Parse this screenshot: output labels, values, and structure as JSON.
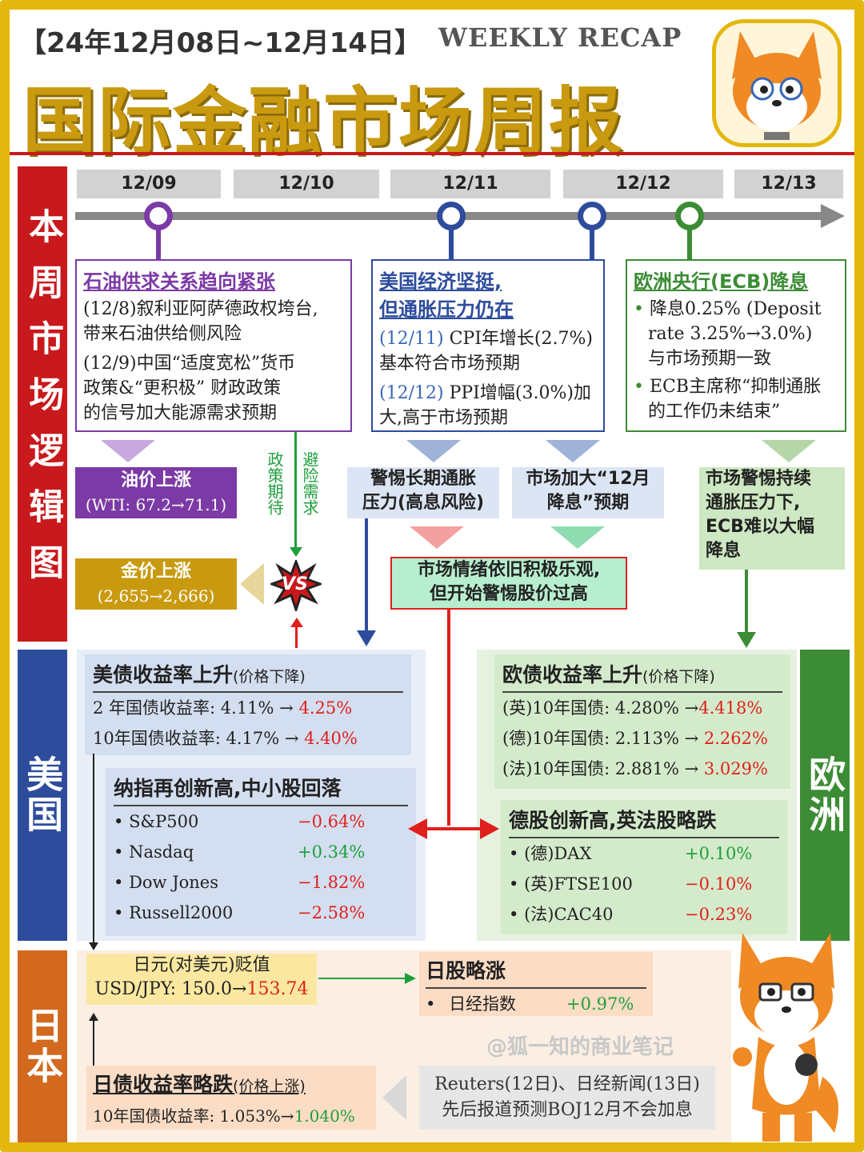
{
  "header": {
    "date_range": "【24年12月08日~12月14日】",
    "weekly_recap": "WEEKLY RECAP",
    "title": "国际金融市场周报"
  },
  "side": {
    "logic": "本周市场逻辑图",
    "us": "美国",
    "jp": "日本",
    "eu": "欧洲"
  },
  "timeline": {
    "dates": [
      "12/09",
      "12/10",
      "12/11",
      "12/12",
      "12/13"
    ]
  },
  "oil": {
    "title": "石油供求关系趋向紧张",
    "lines": [
      "(12/8)叙利亚阿萨德政权垮台,",
      "带来石油供给侧风险",
      "(12/9)中国“适度宽松”货币",
      "政策&“更积极” 财政政策",
      "的信号加大能源需求预期"
    ]
  },
  "usecon": {
    "title1": "美国经济坚挺,",
    "title2": "但通胀压力仍在",
    "l1a": "(12/11)",
    "l1b": " CPI年增长(2.7%)",
    "l2": "基本符合市场预期",
    "l3a": "(12/12)",
    "l3b": " PPI增幅(3.0%)加",
    "l4": "大,高于市场预期"
  },
  "ecb": {
    "title": "欧洲央行(ECB)降息",
    "b1": [
      "降息0.25% (Deposit",
      "rate 3.25%→3.0%)",
      "与市场预期一致"
    ],
    "b2": [
      "ECB主席称“抑制通胀",
      "的工作仍未结束”"
    ]
  },
  "oilup": {
    "l1": "油价上涨",
    "l2": "(WTI: 67.2→71.1)"
  },
  "goldup": {
    "l1": "金价上涨",
    "l2": "(2,655→2,666)"
  },
  "policy": "政策期待",
  "hedge": "避险需求",
  "vs": "VS",
  "inflation": {
    "l1": "警惕长期通胀",
    "l2": "压力(高息风险)"
  },
  "ratecut": {
    "l1": "市场加大“12月",
    "l2": "降息”预期"
  },
  "mood": {
    "l1": "市场情绪依旧积极乐观,",
    "l2": "但开始警惕股价过高"
  },
  "eualert": {
    "l1": "市场警惕持续",
    "l2": "通胀压力下,",
    "l3": "ECB难以大幅",
    "l4": "降息"
  },
  "usbond": {
    "title": "美债收益率上升",
    "sub": "(价格下降)",
    "rows": [
      {
        "a": "2 年国债收益率: 4.11% → ",
        "b": "4.25%"
      },
      {
        "a": "10年国债收益率: 4.17% → ",
        "b": "4.40%"
      }
    ]
  },
  "usstock": {
    "title": "纳指再创新高,中小股回落",
    "rows": [
      {
        "n": "S&P500",
        "v": "−0.64%"
      },
      {
        "n": "Nasdaq",
        "v": "+0.34%"
      },
      {
        "n": "Dow Jones",
        "v": "−1.82%"
      },
      {
        "n": "Russell2000",
        "v": "−2.58%"
      }
    ]
  },
  "eubond": {
    "title": "欧债收益率上升",
    "sub": "(价格下降)",
    "rows": [
      {
        "a": "(英)10年国债: 4.280% →",
        "b": "4.418%"
      },
      {
        "a": "(德)10年国债: 2.113% → ",
        "b": "2.262%"
      },
      {
        "a": "(法)10年国债: 2.881% → ",
        "b": "3.029%"
      }
    ]
  },
  "eustock": {
    "title": "德股创新高,英法股略跌",
    "rows": [
      {
        "n": "(德)DAX",
        "v": "+0.10%"
      },
      {
        "n": "(英)FTSE100",
        "v": "−0.10%"
      },
      {
        "n": "(法)CAC40",
        "v": "−0.23%"
      }
    ]
  },
  "yen": {
    "l1": "日元(对美元)贬值",
    "l2": "USD/JPY: 150.0→",
    "l2b": "153.74"
  },
  "jpstock": {
    "title": "日股略涨",
    "name": "日经指数",
    "val": "+0.97%"
  },
  "watermark": "@狐一知的商业笔记",
  "reuters": {
    "l1": "Reuters(12日)、日经新闻(13日)",
    "l2": "先后报道预测BOJ12月不会加息"
  },
  "jpbond": {
    "title": "日债收益率略跌",
    "sub": "(价格上涨)",
    "l1": "10年国债收益率: 1.053%→",
    "l1b": "1.040%"
  },
  "colors": {
    "gold": "#e3b70d",
    "red_band": "#c8191c",
    "us_band": "#2d4c9c",
    "eu_band": "#3c8c35",
    "jp_band": "#d2691e"
  }
}
